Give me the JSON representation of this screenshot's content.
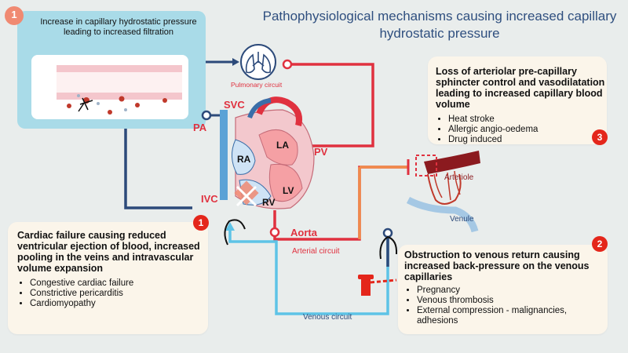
{
  "title": "Pathophysiological mechanisms causing increased capillary hydrostatic pressure",
  "panel1": {
    "badge": "1",
    "text": "Increase in capillary hydrostatic pressure leading to increased filtration"
  },
  "labels": {
    "pulmonary_circuit": "Pulmonary circuit",
    "svc": "SVC",
    "pa": "PA",
    "pv": "PV",
    "la": "LA",
    "ra": "RA",
    "lv": "LV",
    "rv": "RV",
    "ivc": "IVC",
    "aorta": "Aorta",
    "arterial_circuit": "Arterial circuit",
    "venous_circuit": "Venous circuit",
    "arteriole": "Arteriole",
    "venule": "Venule"
  },
  "cards": {
    "card1": {
      "badge": "1",
      "heading": "Cardiac failure causing reduced ventricular ejection of blood, increased  pooling in the veins and intravascular volume expansion",
      "items": [
        "Congestive cardiac failure",
        "Constrictive pericarditis",
        "Cardiomyopathy"
      ]
    },
    "card2": {
      "badge": "2",
      "heading": "Obstruction to venous return causing increased back-pressure on the venous capillaries",
      "items": [
        "Pregnancy",
        "Venous thrombosis",
        "External compression - malignancies, adhesions"
      ]
    },
    "card3": {
      "badge": "3",
      "heading": "Loss of arteriolar pre-capillary sphincter control and vasodilatation leading to increased capillary blood volume",
      "items": [
        "Heat stroke",
        "Allergic angio-oedema",
        "Drug induced"
      ]
    }
  },
  "colors": {
    "arterial": "#e0313f",
    "venous": "#2c4a7a",
    "venous_light": "#5ec3e6",
    "arterial_orange": "#f08a4b",
    "badge": "#e4261b",
    "panel": "#a9dbe8"
  }
}
